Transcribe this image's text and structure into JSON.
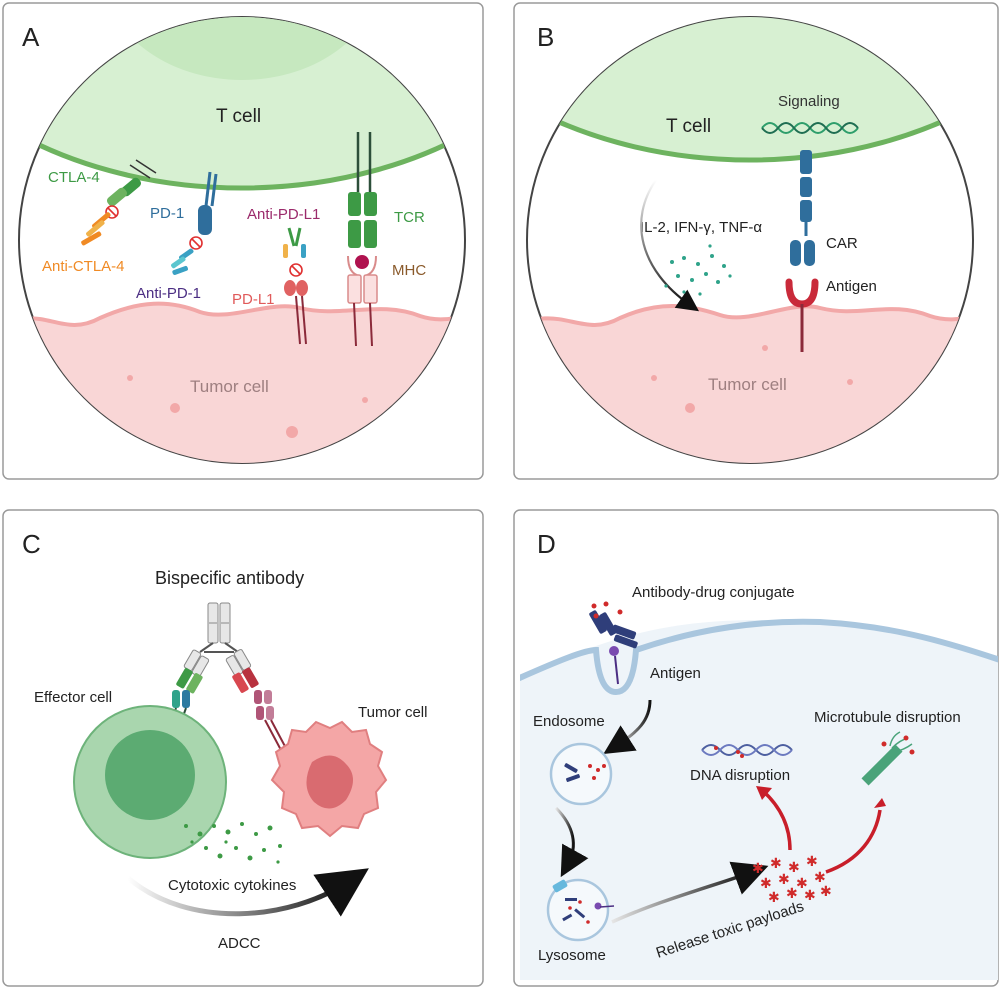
{
  "colors": {
    "panel_border": "#9a9a9a",
    "tcell_fill": "#d7f0d2",
    "tcell_edge": "#6db35f",
    "tumor_fill": "#f9d6d6",
    "tumor_edge": "#f2a8a8",
    "green_receptor": "#3d9a45",
    "blue_receptor": "#2f6e9c",
    "maroon": "#8b2a3a",
    "orange": "#f08a24",
    "purple": "#4b2e83",
    "magenta": "#9b2a6b",
    "brown": "#8a5a2b",
    "red": "#c81e2a",
    "cytoplasm": "#eef4f9",
    "membrane": "#a9c6de"
  },
  "panels": [
    {
      "id": "A",
      "letter": "A"
    },
    {
      "id": "B",
      "letter": "B"
    },
    {
      "id": "C",
      "letter": "C"
    },
    {
      "id": "D",
      "letter": "D"
    }
  ],
  "panel_a": {
    "t_cell": "T cell",
    "tumor_cell": "Tumor cell",
    "ctla4": "CTLA-4",
    "anti_ctla4": "Anti-CTLA-4",
    "pd1": "PD-1",
    "anti_pd1": "Anti-PD-1",
    "anti_pdl1": "Anti-PD-L1",
    "pdl1": "PD-L1",
    "tcr": "TCR",
    "mhc": "MHC"
  },
  "panel_b": {
    "t_cell": "T cell",
    "signaling": "Signaling",
    "cytokines": "IL-2, IFN-γ, TNF-α",
    "car": "CAR",
    "antigen": "Antigen",
    "tumor_cell": "Tumor cell"
  },
  "panel_c": {
    "title": "Bispecific antibody",
    "effector_cell": "Effector cell",
    "tumor_cell": "Tumor cell",
    "cytokines": "Cytotoxic cytokines",
    "adcc": "ADCC"
  },
  "panel_d": {
    "adc": "Antibody-drug conjugate",
    "antigen": "Antigen",
    "endosome": "Endosome",
    "dna": "DNA disruption",
    "microtubule": "Microtubule disruption",
    "lysosome": "Lysosome",
    "release": "Release toxic payloads"
  }
}
